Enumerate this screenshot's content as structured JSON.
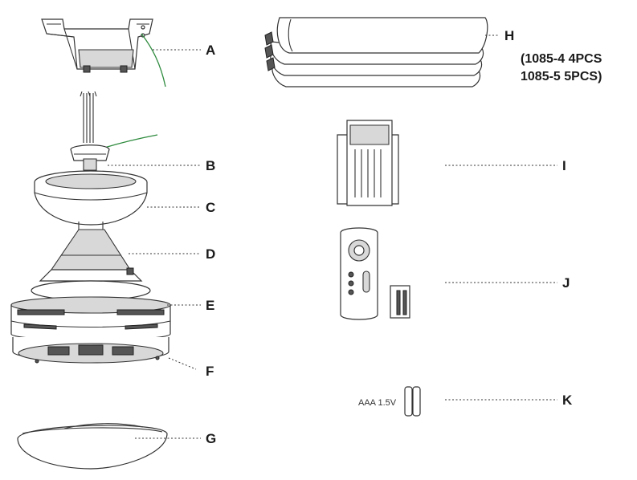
{
  "parts": [
    {
      "id": "A",
      "label": "A",
      "name": "mounting-bracket"
    },
    {
      "id": "B",
      "label": "B",
      "name": "canopy-hanger"
    },
    {
      "id": "C",
      "label": "C",
      "name": "canopy"
    },
    {
      "id": "D",
      "label": "D",
      "name": "motor-housing"
    },
    {
      "id": "E",
      "label": "E",
      "name": "blade-ring"
    },
    {
      "id": "F",
      "label": "F",
      "name": "light-kit"
    },
    {
      "id": "G",
      "label": "G",
      "name": "glass-cover"
    },
    {
      "id": "H",
      "label": "H",
      "name": "blades"
    },
    {
      "id": "I",
      "label": "I",
      "name": "receiver"
    },
    {
      "id": "J",
      "label": "J",
      "name": "remote-control"
    },
    {
      "id": "K",
      "label": "K",
      "name": "batteries"
    }
  ],
  "blade_note": {
    "line1": "(1085-4 4PCS",
    "line2": "1085-5 5PCS)"
  },
  "battery_label": "AAA 1.5V"
}
